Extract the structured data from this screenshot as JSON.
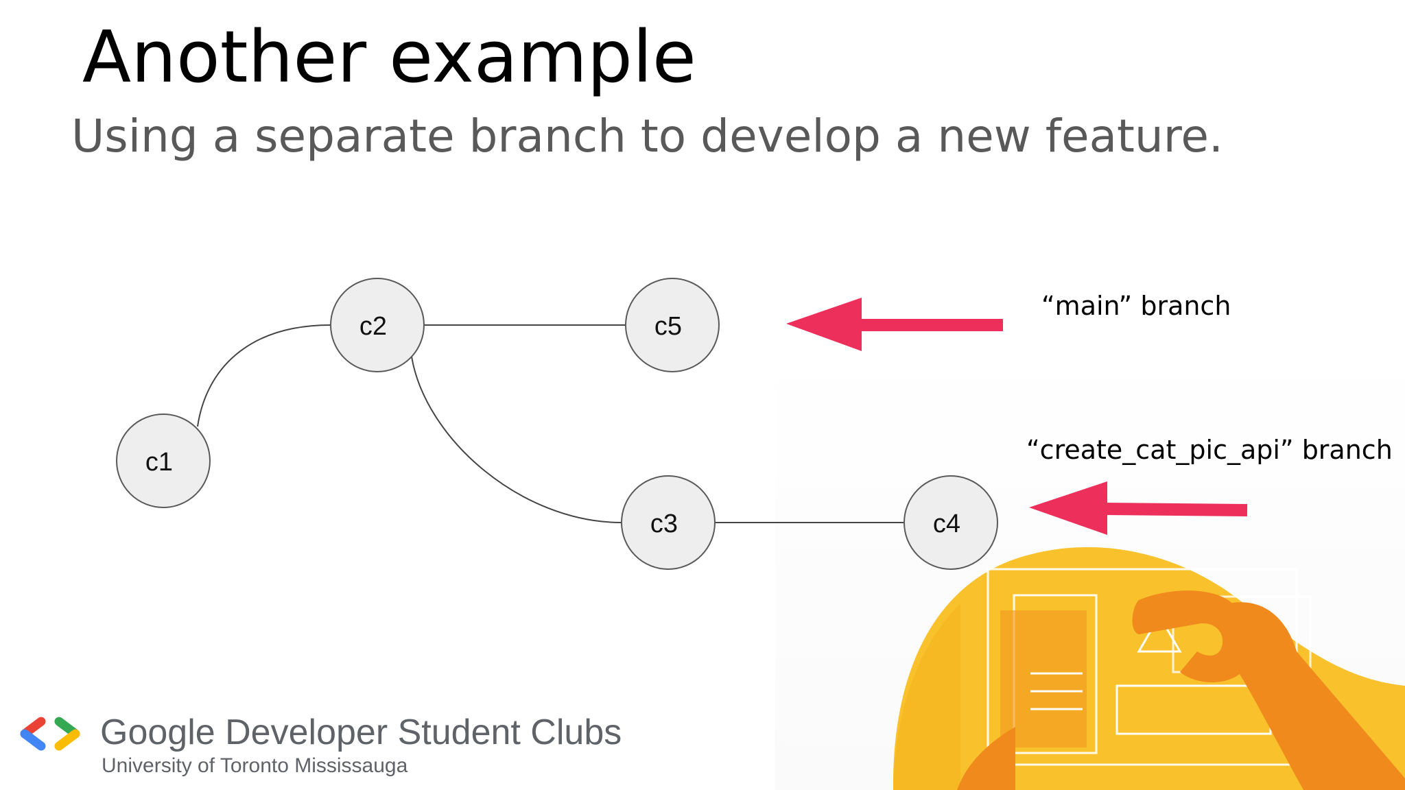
{
  "slide": {
    "title": "Another example",
    "subtitle": "Using a separate branch to develop a new feature."
  },
  "diagram": {
    "nodes": [
      {
        "id": "c1",
        "label": "c1"
      },
      {
        "id": "c2",
        "label": "c2"
      },
      {
        "id": "c3",
        "label": "c3"
      },
      {
        "id": "c4",
        "label": "c4"
      },
      {
        "id": "c5",
        "label": "c5"
      }
    ],
    "edges": [
      {
        "from": "c1",
        "to": "c2"
      },
      {
        "from": "c2",
        "to": "c5"
      },
      {
        "from": "c2",
        "to": "c3"
      },
      {
        "from": "c3",
        "to": "c4"
      }
    ],
    "branch_labels": [
      {
        "text": "“main” branch",
        "points_to": "c5"
      },
      {
        "text": "“create_cat_pic_api” branch",
        "points_to": "c4"
      }
    ],
    "colors": {
      "node_fill": "#eeeeee",
      "node_stroke": "#595959",
      "arrow": "#ec2f5b"
    }
  },
  "logo": {
    "name": "Google Developer Student Clubs",
    "chapter": "University of Toronto Mississauga",
    "icon": "gdsc-brackets-icon"
  },
  "illustration": {
    "icon": "hand-holding-ui-illustration",
    "colors": {
      "yellow": "#f9c22d",
      "orange": "#f08a1c"
    }
  }
}
